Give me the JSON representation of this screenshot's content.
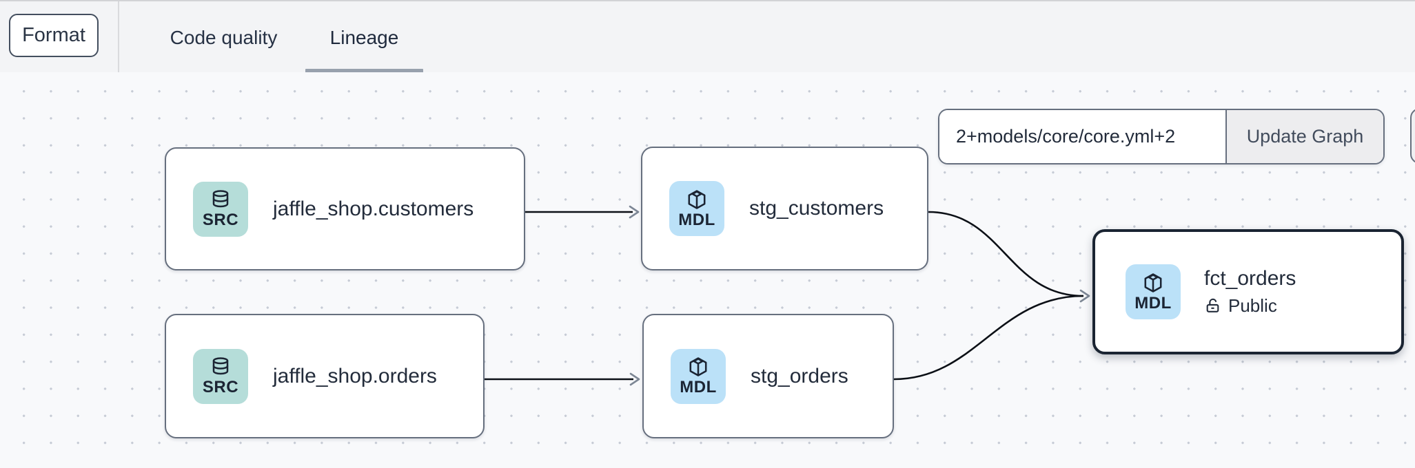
{
  "toolbar": {
    "format_label": "Format"
  },
  "tabs": [
    {
      "label": "Code quality",
      "active": false
    },
    {
      "label": "Lineage",
      "active": true
    }
  ],
  "lineage": {
    "filter": {
      "value": "2+models/core/core.yml+2",
      "button_label": "Update Graph"
    },
    "nodes": [
      {
        "label": "jaffle_shop.customers",
        "type": "SRC",
        "kind": "source",
        "selected": false
      },
      {
        "label": "stg_customers",
        "type": "MDL",
        "kind": "model",
        "selected": false
      },
      {
        "label": "jaffle_shop.orders",
        "type": "SRC",
        "kind": "source",
        "selected": false
      },
      {
        "label": "stg_orders",
        "type": "MDL",
        "kind": "model",
        "selected": false
      },
      {
        "label": "fct_orders",
        "type": "MDL",
        "kind": "model",
        "badge": "Public",
        "selected": true
      }
    ],
    "edges": [
      {
        "from": "jaffle_shop.customers",
        "to": "stg_customers"
      },
      {
        "from": "jaffle_shop.orders",
        "to": "stg_orders"
      },
      {
        "from": "stg_customers",
        "to": "fct_orders"
      },
      {
        "from": "stg_orders",
        "to": "fct_orders"
      }
    ]
  },
  "colors": {
    "source_icon_bg": "#b5ddd9",
    "model_icon_bg": "#bbe1f8",
    "selected_border": "#1a2432",
    "node_border": "#666f7e",
    "tab_underline": "#98a1ad",
    "edge": "#0c1016"
  }
}
